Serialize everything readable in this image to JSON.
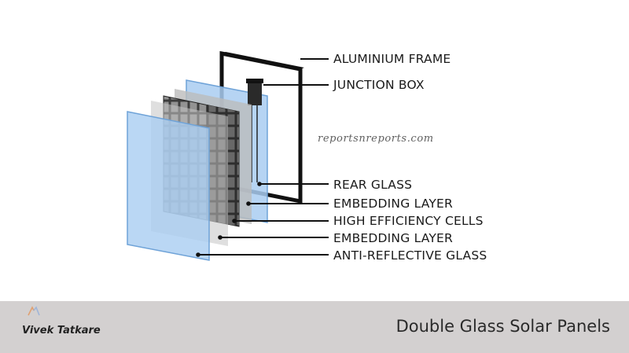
{
  "diagram": {
    "watermark": "reportsnreports.com",
    "labels": [
      "ALUMINIUM FRAME",
      "JUNCTION BOX",
      "REAR GLASS",
      "EMBEDDING LAYER",
      "HIGH EFFICIENCY CELLS",
      "EMBEDDING LAYER",
      "ANTI-REFLECTIVE GLASS"
    ]
  },
  "footer": {
    "author": "Vivek Tatkare",
    "title": "Double Glass Solar Panels"
  },
  "colors": {
    "glass_fill": "#a9cdf1",
    "glass_edge": "#6fa3d8",
    "embedding_fill": "#bcbcbc",
    "cells_dark": "#3a3a3a",
    "frame": "#111111",
    "footer_bg": "#d3d0d0"
  }
}
